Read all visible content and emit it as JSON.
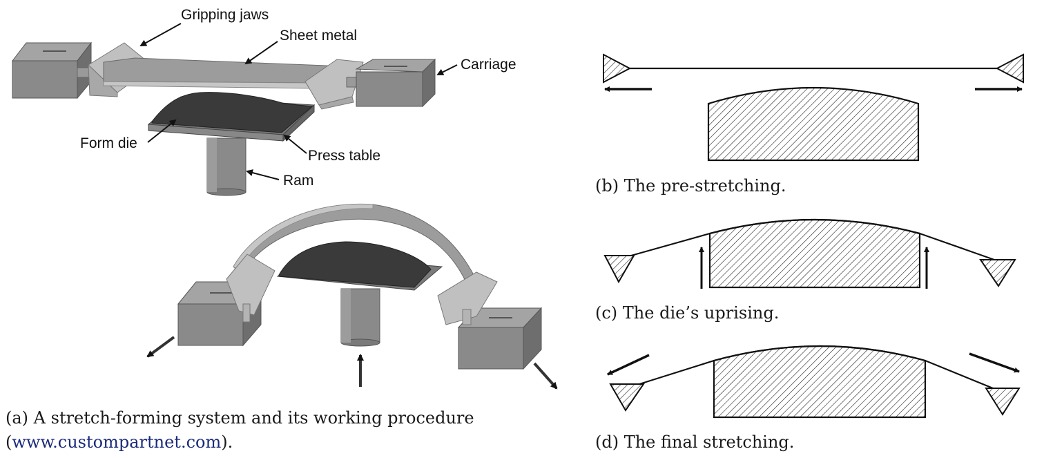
{
  "labels": {
    "gripping_jaws": "Gripping jaws",
    "sheet_metal": "Sheet metal",
    "carriage": "Carriage",
    "form_die": "Form die",
    "press_table": "Press table",
    "ram": "Ram"
  },
  "captions": {
    "a_line1": "(a) A stretch-forming system and its working procedure",
    "a_open": "(",
    "a_link": "www.custompartnet.com",
    "a_close": ").",
    "b": "(b) The pre-stretching.",
    "c": "(c) The die’s uprising.",
    "d": "(d) The final stretching."
  },
  "colors": {
    "link": "#1a2a7a",
    "block": "#8a8a8a",
    "die": "#3a3a3a",
    "jaw": "#b8b8b8"
  }
}
